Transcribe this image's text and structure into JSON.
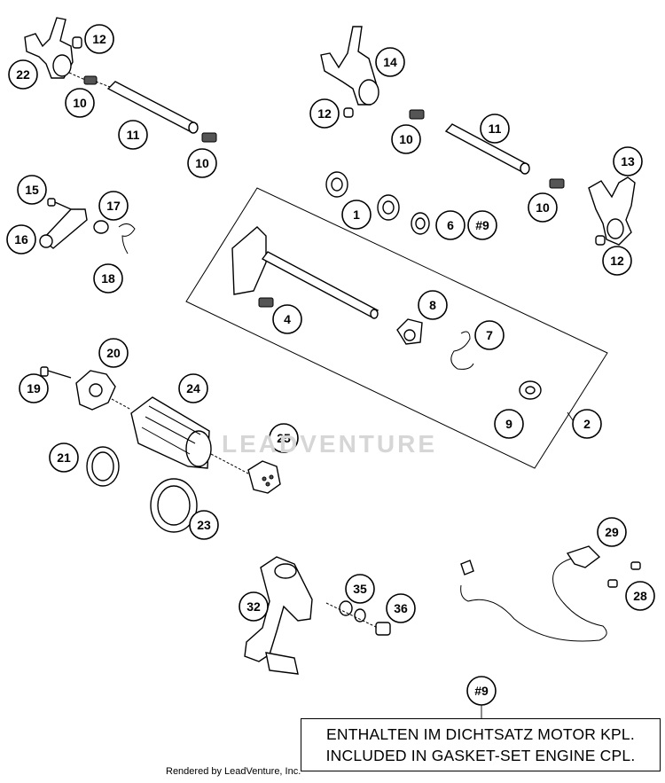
{
  "callouts": {
    "c1": "1",
    "c2": "2",
    "c4": "4",
    "c6": "6",
    "c7": "7",
    "c8": "8",
    "c9": "9",
    "c9ref": "#9",
    "c9key": "#9",
    "c10a": "10",
    "c10b": "10",
    "c10c": "10",
    "c10d": "10",
    "c11a": "11",
    "c11b": "11",
    "c12a": "12",
    "c12b": "12",
    "c12c": "12",
    "c13": "13",
    "c14": "14",
    "c15": "15",
    "c16": "16",
    "c17": "17",
    "c18": "18",
    "c19": "19",
    "c20": "20",
    "c21": "21",
    "c22": "22",
    "c23": "23",
    "c24": "24",
    "c25": "25",
    "c28": "28",
    "c29": "29",
    "c32": "32",
    "c35": "35",
    "c36": "36"
  },
  "note": {
    "line_de": "ENTHALTEN IM DICHTSATZ MOTOR KPL.",
    "line_en": "INCLUDED IN GASKET-SET ENGINE CPL."
  },
  "watermark": "LEADVENTURE",
  "footer": "Rendered by LeadVenture, Inc."
}
